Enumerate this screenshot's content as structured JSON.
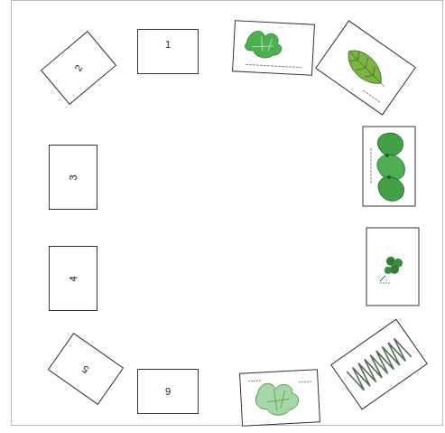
{
  "diagram": {
    "nodes": [
      {
        "text": [
          "1"
        ]
      },
      {
        "text": [
          "2"
        ]
      },
      {
        "text": [
          "3"
        ]
      },
      {
        "text": [
          "4"
        ]
      },
      {
        "text": [
          "5"
        ]
      },
      {
        "text": [
          "9"
        ]
      }
    ]
  }
}
